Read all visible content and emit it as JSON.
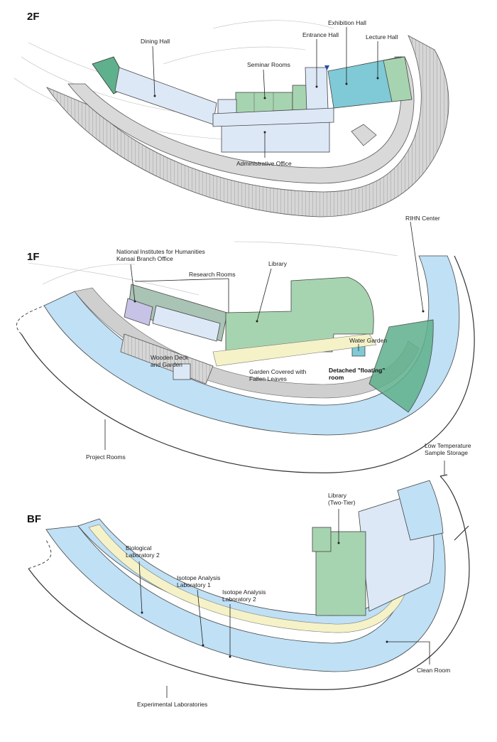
{
  "floors": {
    "f2": "2F",
    "f1": "1F",
    "bf": "BF"
  },
  "labels_2f": {
    "dining_hall": "Dining Hall",
    "seminar_rooms": "Seminar Rooms",
    "entrance_hall": "Entrance Hall",
    "exhibition_hall": "Exhibition Hall",
    "lecture_hall": "Lecture Hall",
    "administrative_office": "Administrative Office"
  },
  "labels_1f": {
    "rihn_center": "RIHN Center",
    "nihu_line1": "National Institutes for Humanities",
    "nihu_line2": "Kansai Branch Office",
    "research_rooms": "Research Rooms",
    "library": "Library",
    "water_garden": "Water Garden",
    "wooden_deck_line1": "Wooden Deck",
    "wooden_deck_line2": "and Garden",
    "garden_fallen_line1": "Garden Covered with",
    "garden_fallen_line2": "Fallen Leaves",
    "detached_line1": "Detached \"floating\"",
    "detached_line2": "room",
    "project_rooms": "Project Rooms"
  },
  "labels_bf": {
    "low_temp_line1": "Low Temperature",
    "low_temp_line2": "Sample Storage",
    "library_two_tier_line1": "Library",
    "library_two_tier_line2": "(Two-Tier)",
    "bio_lab_line1": "Biological",
    "bio_lab_line2": "Laboratory 2",
    "isotope1_line1": "Isotope Analysis",
    "isotope1_line2": "Laboratory 1",
    "isotope2_line1": "Isotope Analysis",
    "isotope2_line2": "Laboratory 2",
    "clean_room": "Clean Room",
    "experimental_labs": "Experimental Laboratories"
  },
  "colors": {
    "lab_blue": "#bfe0f5",
    "pale_blue": "#dde8f7",
    "green": "#a7d4b0",
    "dark_green": "#5fb08c",
    "teal": "#7fcad6",
    "corridor_cream": "#f5f2c8",
    "service_grey": "#d9d9d9",
    "lilac": "#c7c3e6"
  },
  "icons": {
    "entrance_marker": "triangle-down-icon"
  }
}
